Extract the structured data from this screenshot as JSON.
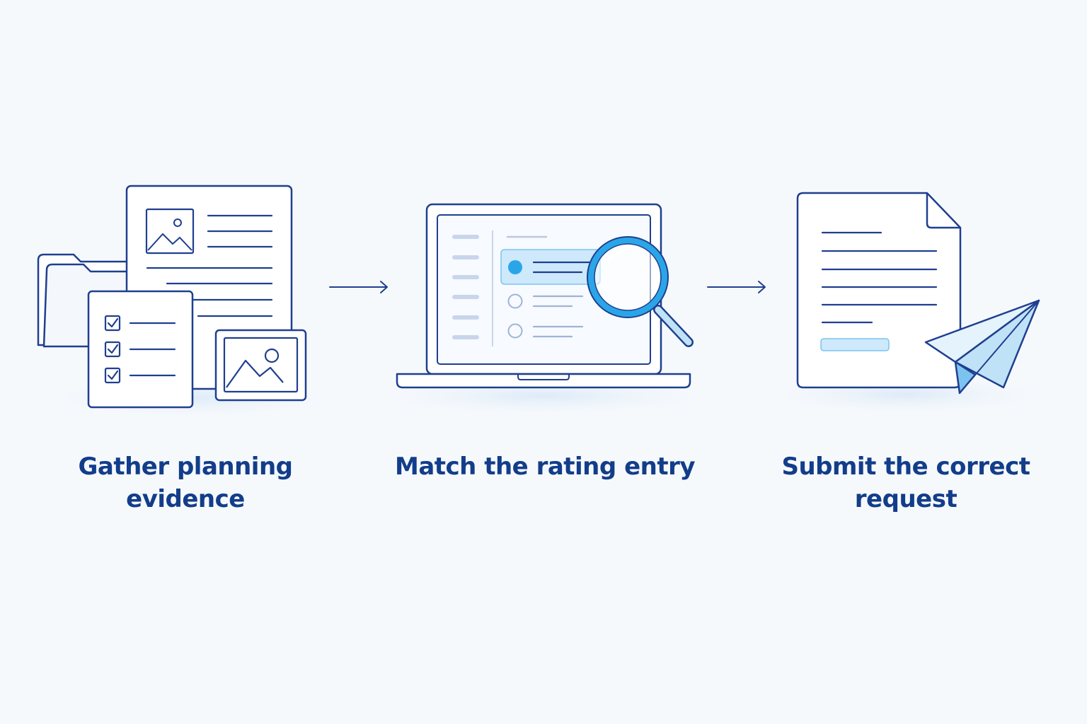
{
  "colors": {
    "background": "#f6f9fc",
    "outline": "#1f3f8f",
    "accent": "#2aa6e8",
    "accent_light": "#cde9fb",
    "muted_line": "#b9c8e4",
    "label_text": "#123d8a"
  },
  "steps": [
    {
      "icons": [
        "folder-icon",
        "document-icon",
        "checklist-icon",
        "image-icon"
      ],
      "label_lines": [
        "Gather planning",
        "evidence"
      ]
    },
    {
      "icons": [
        "laptop-icon",
        "magnifier-icon"
      ],
      "label_lines": [
        "Match the rating entry"
      ]
    },
    {
      "icons": [
        "document-icon",
        "paper-plane-icon"
      ],
      "label_lines": [
        "Submit the correct",
        "request"
      ]
    }
  ],
  "connectors": [
    "arrow-right-icon",
    "arrow-right-icon"
  ]
}
